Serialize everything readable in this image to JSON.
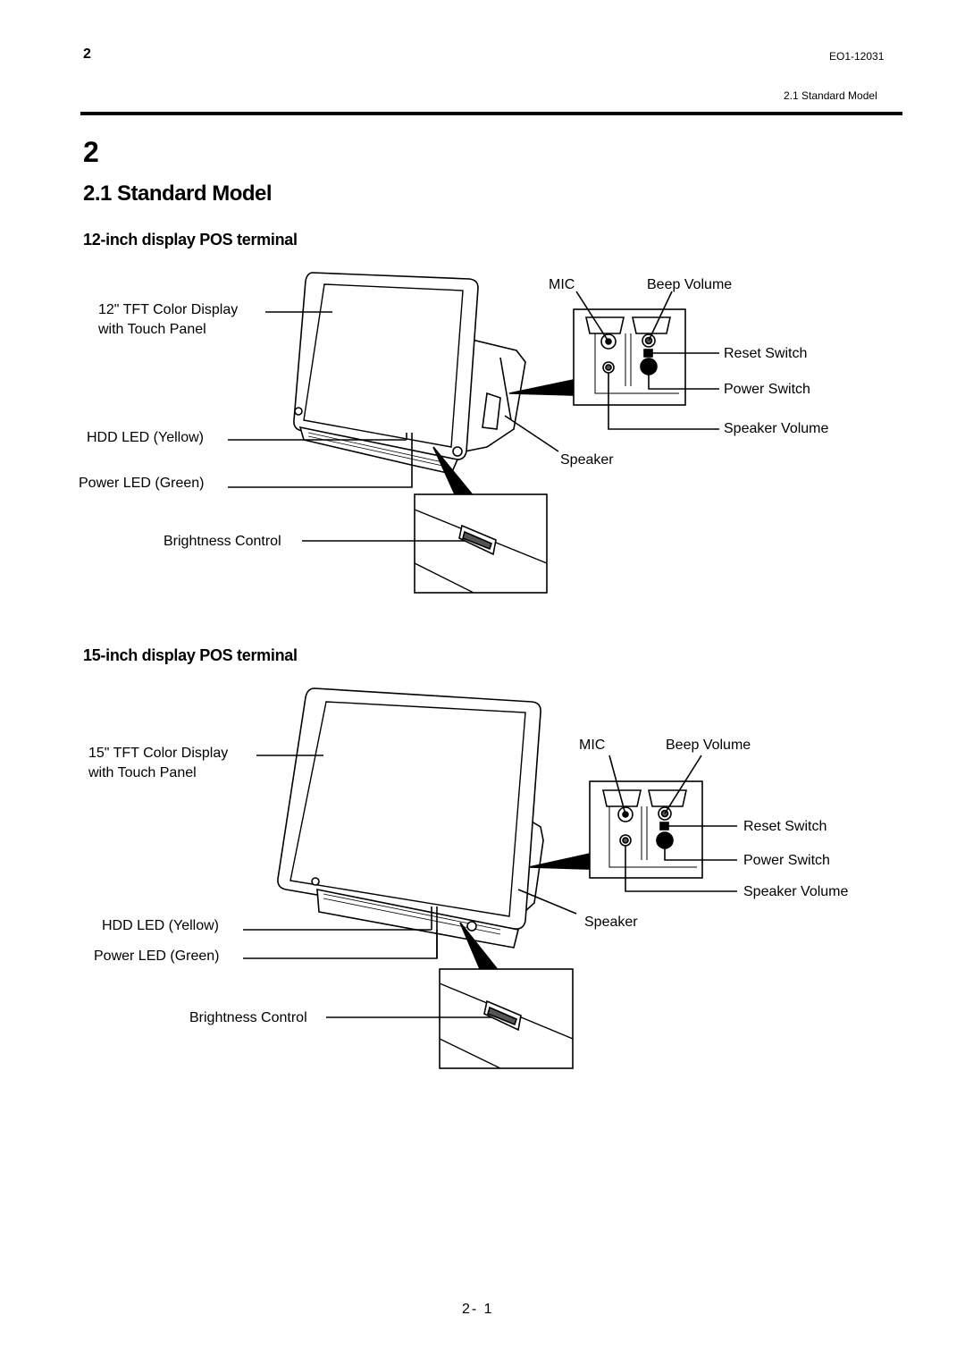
{
  "header": {
    "chapter_ref": "2",
    "doc_id": "EO1-12031",
    "section_ref": "2.1 Standard Model"
  },
  "chapter_title": "2",
  "section_title": "2.1 Standard Model",
  "page_number": "2- 1",
  "figures": [
    {
      "heading": "12-inch display POS terminal",
      "labels": {
        "display": "12\" TFT Color Display",
        "display_line2": "with Touch Panel",
        "hdd_led": "HDD LED (Yellow)",
        "power_led": "Power LED (Green)",
        "brightness": "Brightness Control",
        "mic": "MIC",
        "beep_volume": "Beep Volume",
        "reset_switch": "Reset Switch",
        "power_switch": "Power Switch",
        "speaker_volume": "Speaker Volume",
        "speaker": "Speaker"
      }
    },
    {
      "heading": "15-inch display POS terminal",
      "labels": {
        "display": "15\" TFT Color Display",
        "display_line2": "with Touch Panel",
        "hdd_led": "HDD LED (Yellow)",
        "power_led": "Power LED (Green)",
        "brightness": "Brightness Control",
        "mic": "MIC",
        "beep_volume": "Beep Volume",
        "reset_switch": "Reset Switch",
        "power_switch": "Power Switch",
        "speaker_volume": "Speaker Volume",
        "speaker": "Speaker"
      }
    }
  ]
}
